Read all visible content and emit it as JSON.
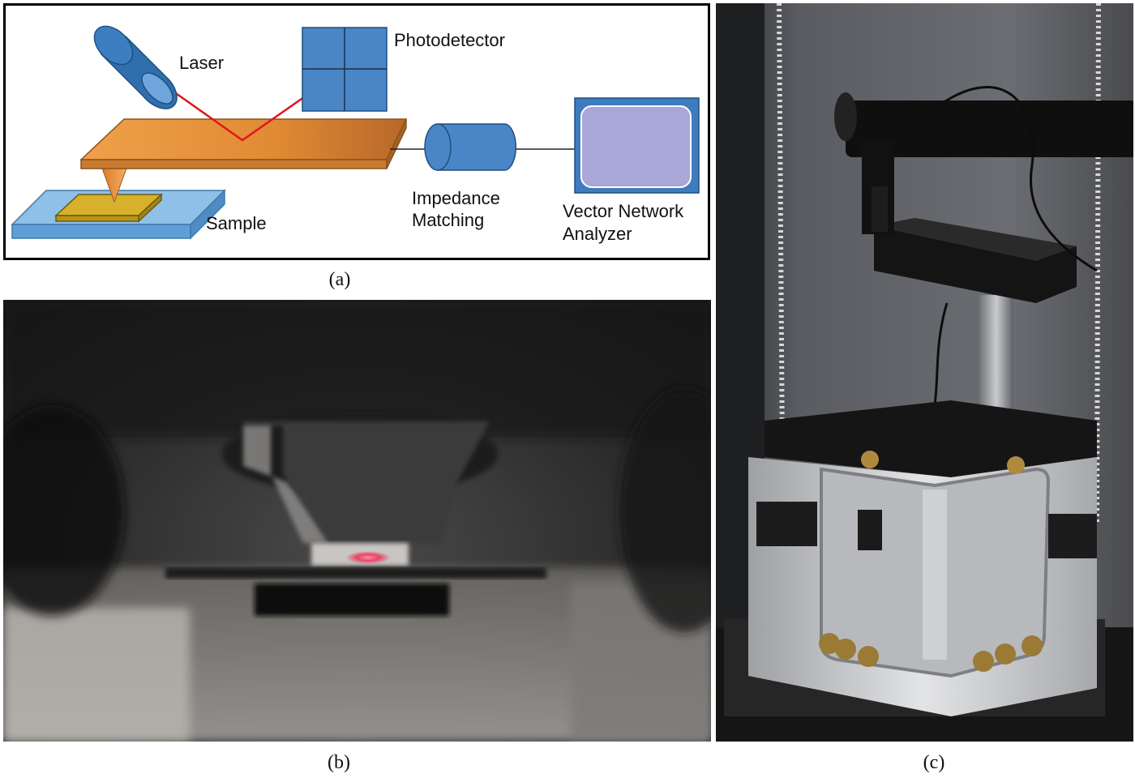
{
  "panel_a": {
    "labels": {
      "laser": "Laser",
      "photodetector": "Photodetector",
      "sample": "Sample",
      "impedance_line1": "Impedance",
      "impedance_line2": "Matching",
      "vna_line1": "Vector Network",
      "vna_line2": "Analyzer"
    },
    "colors": {
      "component_blue": "#4a86c5",
      "cantilever_orange": "#e8923c",
      "sample_gold": "#c9a227",
      "substrate_blue": "#7fb3e0",
      "laser_beam": "#e0161c",
      "vna_screen": "#a9a6d8"
    },
    "caption": "(a)"
  },
  "panel_b": {
    "caption": "(b)",
    "content": "photo"
  },
  "panel_c": {
    "caption": "(c)",
    "content": "photo"
  }
}
